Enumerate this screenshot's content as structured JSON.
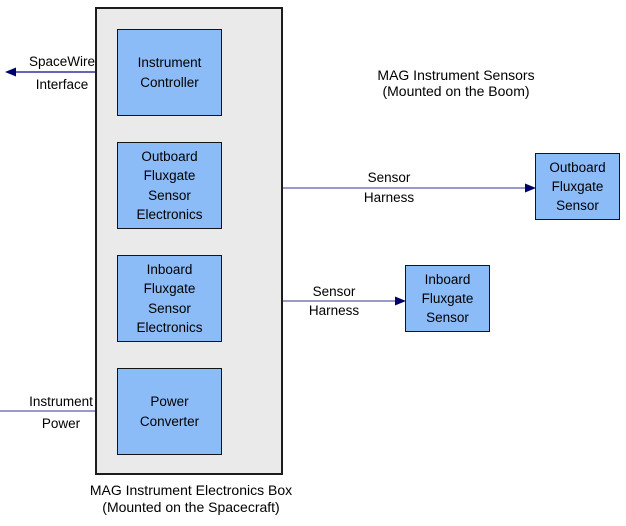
{
  "colors": {
    "module_fill": "#8CBCF8",
    "enclosure_fill": "#EAEAEA",
    "connector_light": "#9A9ACA",
    "connector_dark": "#32329B",
    "arrowhead": "#00006B"
  },
  "enclosure": {
    "caption": [
      "MAG Instrument Electronics Box",
      "(Mounted on the Spacecraft)"
    ],
    "modules": [
      {
        "lines": [
          "Instrument",
          "Controller"
        ]
      },
      {
        "lines": [
          "Outboard",
          "Fluxgate",
          "Sensor",
          "Electronics"
        ]
      },
      {
        "lines": [
          "Inboard",
          "Fluxgate",
          "Sensor",
          "Electronics"
        ]
      },
      {
        "lines": [
          "Power",
          "Converter"
        ]
      }
    ]
  },
  "sensors": {
    "title": [
      "MAG Instrument Sensors",
      "(Mounted on the Boom)"
    ],
    "outboard": {
      "lines": [
        "Outboard",
        "Fluxgate",
        "Sensor"
      ]
    },
    "inboard": {
      "lines": [
        "Inboard",
        "Fluxgate",
        "Sensor"
      ]
    }
  },
  "connector_labels": {
    "spacewire": [
      "SpaceWire",
      "Interface"
    ],
    "instrument_power": [
      "Instrument",
      "Power"
    ],
    "outboard_harness": [
      "Sensor",
      "Harness"
    ],
    "inboard_harness": [
      "Sensor",
      "Harness"
    ]
  }
}
